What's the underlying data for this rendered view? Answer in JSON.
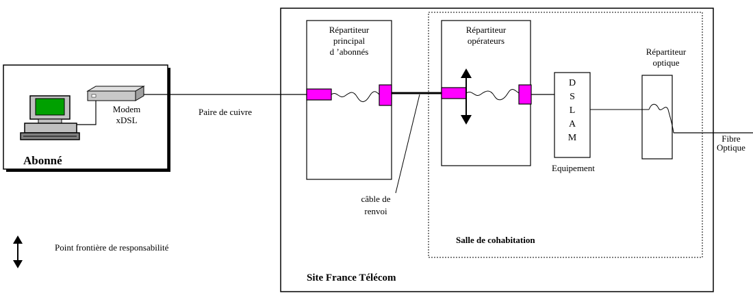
{
  "subscriber": {
    "title": "Abonné",
    "modem_line1": "Modem",
    "modem_line2": "xDSL"
  },
  "copper_pair_label": "Paire de cuivre",
  "site": {
    "title": "Site France Télécom",
    "main_distribution_frame": {
      "line1": "Répartiteur",
      "line2": "principal",
      "line3": "d ’abonnés"
    },
    "cable_label": {
      "line1": "câble de",
      "line2": "renvoi"
    }
  },
  "colocation_room": {
    "title": "Salle de cohabitation",
    "operator_frame": {
      "line1": "Répartiteur",
      "line2": "opérateurs"
    },
    "dslam": {
      "letters": [
        "D",
        "S",
        "L",
        "A",
        "M"
      ],
      "caption": "Equipement"
    },
    "optical_frame": {
      "line1": "Répartiteur",
      "line2": "optique"
    }
  },
  "fiber_label": {
    "line1": "Fibre",
    "line2": "Optique"
  },
  "legend": {
    "text": "Point frontière de responsabilité"
  },
  "colors": {
    "connector": "#ff00ff",
    "screen": "#00a000",
    "computer_body": "#c0c0c0"
  }
}
